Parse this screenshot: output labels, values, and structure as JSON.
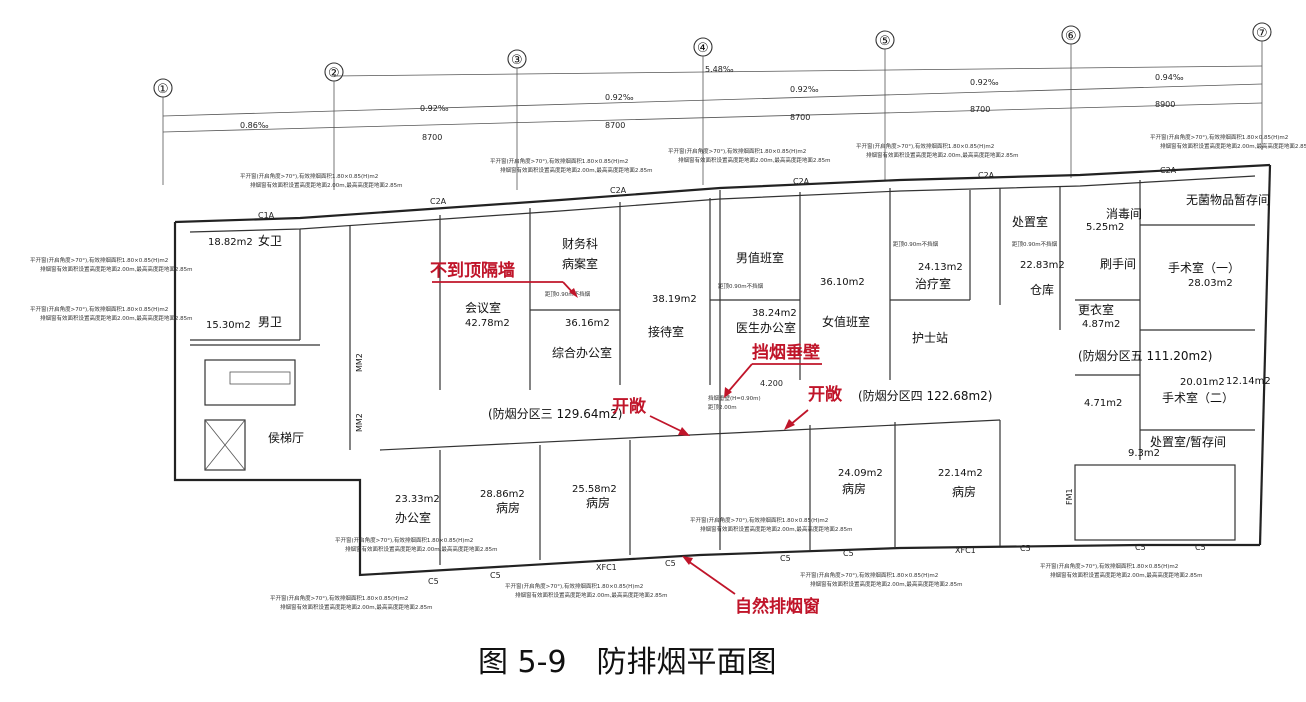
{
  "axes": [
    "①",
    "②",
    "③",
    "④",
    "⑤",
    "⑥",
    "⑦"
  ],
  "dimensions": {
    "slopes_top": "5.48‰",
    "slopes": [
      "0.86‰",
      "0.92‰",
      "0.92‰",
      "0.92‰",
      "0.92‰",
      "0.94‰"
    ],
    "spans": [
      "8700",
      "8700",
      "8700",
      "8700",
      "8900"
    ]
  },
  "window_codes": {
    "c1a": "C1A",
    "c2a": "C2A",
    "c5": "C5",
    "xfc1": "XFC1",
    "fm": "FM1",
    "mm": "MM2"
  },
  "rooms": [
    {
      "name": "女卫",
      "area": "18.82m2"
    },
    {
      "name": "男卫",
      "area": "15.30m2"
    },
    {
      "name": "侯梯厅",
      "area": ""
    },
    {
      "name": "会议室",
      "area": "42.78m2"
    },
    {
      "name": "财务科",
      "area": ""
    },
    {
      "name": "病案室",
      "area": ""
    },
    {
      "name": "综合办公室",
      "area": "36.16m2"
    },
    {
      "name": "接待室",
      "area": "38.19m2"
    },
    {
      "name": "男值班室",
      "area": ""
    },
    {
      "name": "医生办公室",
      "area": "38.24m2"
    },
    {
      "name": "女值班室",
      "area": "36.10m2"
    },
    {
      "name": "治疗室",
      "area": "24.13m2"
    },
    {
      "name": "护士站",
      "area": ""
    },
    {
      "name": "处置室",
      "area": ""
    },
    {
      "name": "仓库",
      "area": "22.83m2"
    },
    {
      "name": "消毒间",
      "area": "5.25m2"
    },
    {
      "name": "刷手间",
      "area": ""
    },
    {
      "name": "无菌物品暂存间",
      "area": ""
    },
    {
      "name": "手术室（一）",
      "area": "28.03m2"
    },
    {
      "name": "更衣室",
      "area": "4.87m2"
    },
    {
      "name": "手术室（二）",
      "area": "20.01m2"
    },
    {
      "name": "处置室/暂存间",
      "area": "9.3m2"
    },
    {
      "name": "办公室",
      "area": "23.33m2"
    },
    {
      "name": "病房",
      "area": "28.86m2"
    },
    {
      "name": "病房",
      "area": "25.58m2"
    },
    {
      "name": "病房",
      "area": "24.09m2"
    },
    {
      "name": "病房",
      "area": "22.14m2"
    }
  ],
  "extra_areas": [
    "12.14m2",
    "4.71m2"
  ],
  "zones": [
    {
      "label": "(防烟分区三 129.64m2)"
    },
    {
      "label": "(防烟分区四 122.68m2)"
    },
    {
      "label": "(防烟分区五 111.20m2)"
    }
  ],
  "elevation": "4.200",
  "small_notes": [
    "平开窗(开启角度>70°),有效排烟面积1.80×0.85(H)m2",
    "排烟窗有效面积设置高度距地面2.00m,最高高度距地面2.85m",
    "挡烟垂壁(H=0.90m)",
    "距顶2.00m",
    "距顶0.90m不挡烟"
  ],
  "annotations": {
    "not_to_top": "不到顶隔墙",
    "smoke_wall": "挡烟垂壁",
    "open_left": "开敞",
    "open_right": "开敞",
    "natural_window": "自然排烟窗"
  },
  "caption": "图 5-9　防排烟平面图",
  "colors": {
    "annotation": "#c0152a",
    "line": "#222222"
  }
}
